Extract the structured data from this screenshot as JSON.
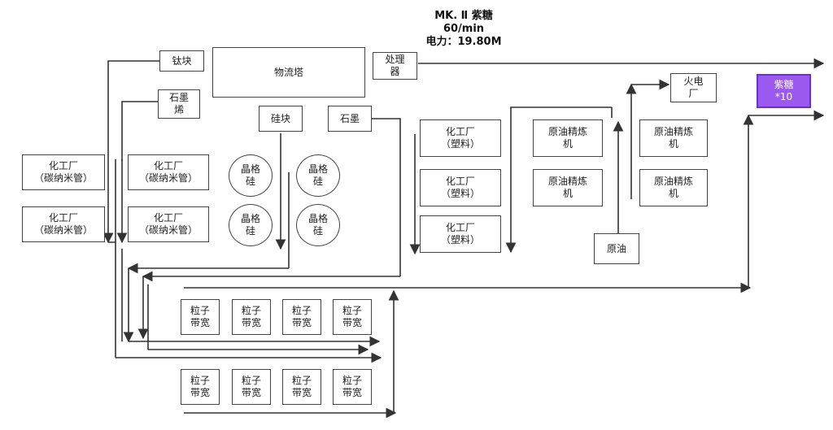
{
  "header": {
    "line1": "MK. Ⅱ  紫糖",
    "line2": "60/min",
    "line3": "电力：19.80M"
  },
  "nodes": {
    "titanium": "钛块",
    "logistics": "物流塔",
    "processor": "处理\n器",
    "graphene": "石墨\n烯",
    "silicon": "硅块",
    "graphite": "石墨",
    "thermal": "火电\n厂",
    "purple_candy": "紫糖\n*10",
    "chem_cnt": "化工厂\n（碳纳米管）",
    "crystal_si": "晶格\n硅",
    "chem_plastic": "化工厂\n（塑料）",
    "refinery": "原油精炼\n机",
    "crude_oil": "原油",
    "particle": "粒子\n带宽"
  },
  "colors": {
    "accent": "#9b59f0",
    "line": "#333333"
  }
}
